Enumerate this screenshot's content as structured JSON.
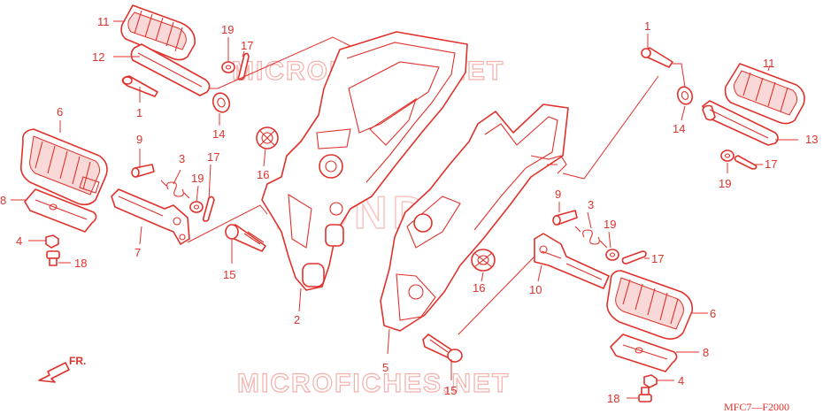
{
  "watermarks": {
    "top": "MICROFICHES.NET",
    "bottom": "MICROFICHES.NET",
    "brand": "HONDA"
  },
  "direction_label": "FR.",
  "diagram_code": "MFC7—F2000",
  "callouts": {
    "c11a": "11",
    "c12": "12",
    "c1a": "1",
    "c19a": "19",
    "c17a": "17",
    "c14a": "14",
    "c6a": "6",
    "c9a": "9",
    "c3a": "3",
    "c17b": "17",
    "c19b": "19",
    "c16a": "16",
    "c8a": "8",
    "c4a": "4",
    "c18a": "18",
    "c7": "7",
    "c15a": "15",
    "c2": "2",
    "c1b": "1",
    "c11b": "11",
    "c14b": "14",
    "c13": "13",
    "c17c": "17",
    "c19c": "19",
    "c9b": "9",
    "c3b": "3",
    "c19d": "19",
    "c17d": "17",
    "c16b": "16",
    "c10": "10",
    "c6b": "6",
    "c8b": "8",
    "c5": "5",
    "c15b": "15",
    "c4b": "4",
    "c18b": "18"
  },
  "colors": {
    "line": "#e0312b",
    "watermark": "#f3b0ac"
  }
}
